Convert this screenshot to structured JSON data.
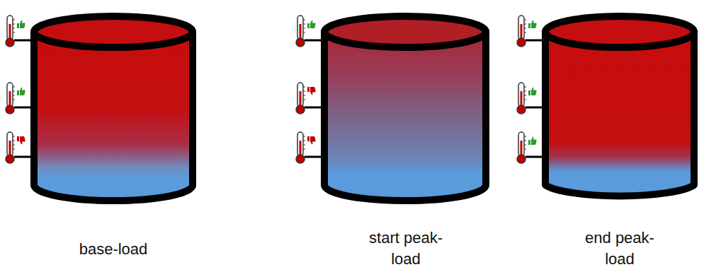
{
  "diagram": {
    "labels": [
      "base-load",
      "start peak-load",
      "end peak-load"
    ]
  }
}
